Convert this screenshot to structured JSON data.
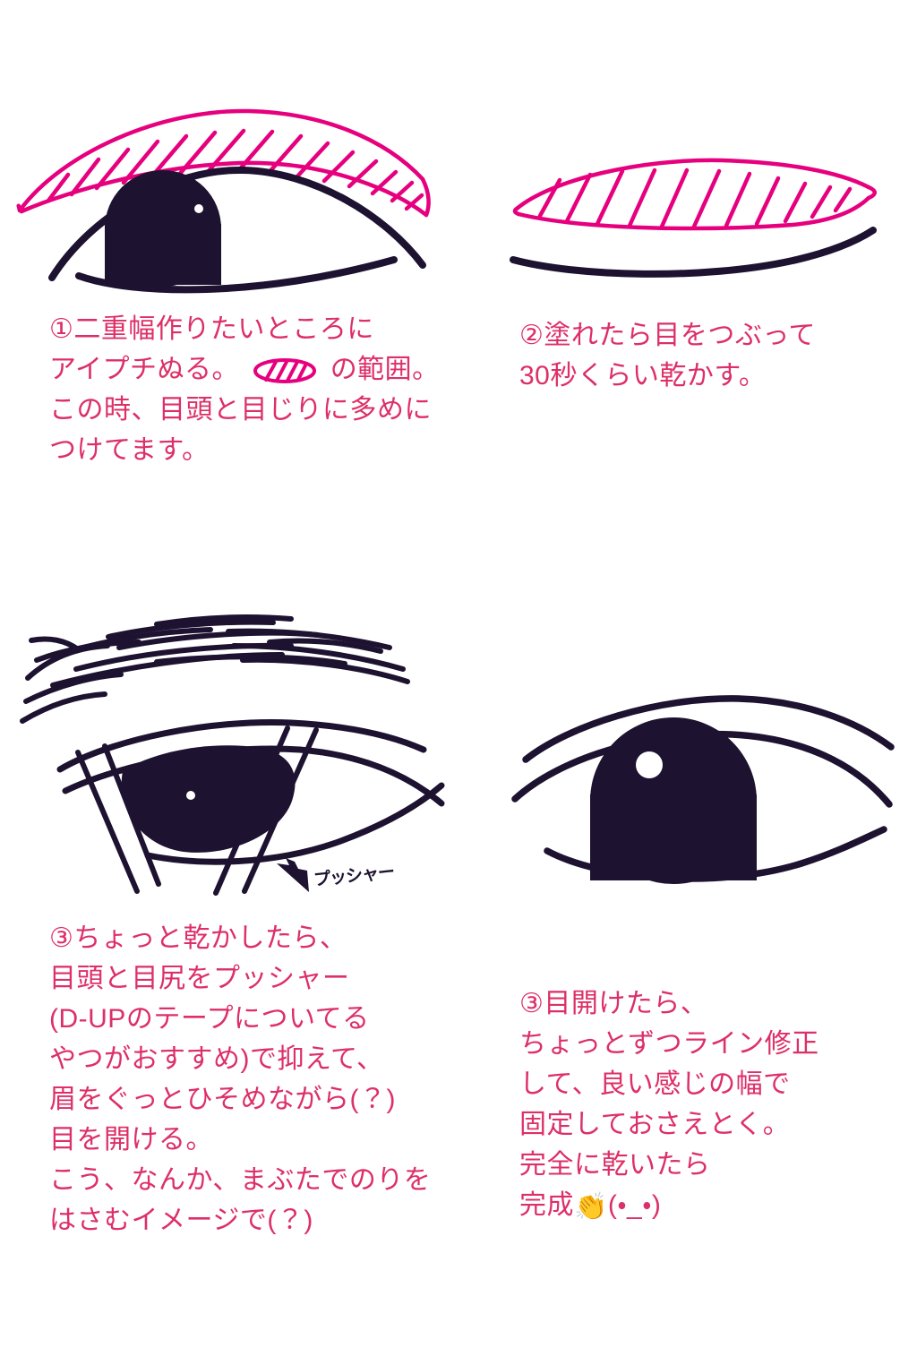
{
  "document": {
    "title": "アイプチ二重の作り方",
    "language": "ja",
    "background_color": "#ffffff"
  },
  "colors": {
    "text_pink": "#dd2f68",
    "drawing_magenta": "#e6007e",
    "drawing_black": "#1d1230",
    "highlight_white": "#ffffff"
  },
  "panels": [
    {
      "id": "panel-1",
      "illustration": {
        "name": "open-eye-with-pink-hatched-lid-area",
        "description": "Open eye with large dark iris, white catchlight, and a crescent region above the lash line filled with pink diagonal hatching"
      },
      "text": {
        "lines": [
          {
            "segments": [
              {
                "type": "text",
                "value": "①二重幅作りたいところに"
              }
            ]
          },
          {
            "segments": [
              {
                "type": "text",
                "value": "アイプチぬる。"
              },
              {
                "type": "glyph",
                "value": "hatched-ellipse"
              },
              {
                "type": "text",
                "value": "の範囲。"
              }
            ]
          },
          {
            "segments": [
              {
                "type": "text",
                "value": "この時、目頭と目じりに多めに"
              }
            ]
          },
          {
            "segments": [
              {
                "type": "text",
                "value": "つけてます。"
              }
            ]
          }
        ]
      }
    },
    {
      "id": "panel-2",
      "illustration": {
        "name": "closed-eye-with-pink-hatched-lid",
        "description": "Closed eye: a pink hatched leaf-shaped lid area above a single black lash line"
      },
      "text": {
        "lines": [
          {
            "segments": [
              {
                "type": "text",
                "value": "②塗れたら目をつぶって"
              }
            ]
          },
          {
            "segments": [
              {
                "type": "text",
                "value": "30秒くらい乾かす。"
              }
            ]
          }
        ]
      }
    },
    {
      "id": "panel-3",
      "illustration": {
        "name": "eye-pressed-with-pushers",
        "description": "Furrowed eyebrow above a half-open eye; two pairs of parallel diagonal lines represent pusher sticks pressing the inner and outer corners"
      },
      "annotation": {
        "name": "pusher-label",
        "value": "プッシャー",
        "arrow": "up-left-arrow"
      },
      "text": {
        "lines": [
          {
            "segments": [
              {
                "type": "text",
                "value": "③ちょっと乾かしたら、"
              }
            ]
          },
          {
            "segments": [
              {
                "type": "text",
                "value": "目頭と目尻をプッシャー"
              }
            ]
          },
          {
            "segments": [
              {
                "type": "text",
                "value": "(D-UPのテープについてる"
              }
            ]
          },
          {
            "segments": [
              {
                "type": "text",
                "value": "やつがおすすめ)で抑えて、"
              }
            ]
          },
          {
            "segments": [
              {
                "type": "text",
                "value": "眉をぐっとひそめながら(？)"
              }
            ]
          },
          {
            "segments": [
              {
                "type": "text",
                "value": "目を開ける。"
              }
            ]
          },
          {
            "segments": [
              {
                "type": "text",
                "value": "こう、なんか、まぶたでのりを"
              }
            ]
          },
          {
            "segments": [
              {
                "type": "text",
                "value": "はさむイメージで(？)"
              }
            ]
          }
        ]
      }
    },
    {
      "id": "panel-4",
      "illustration": {
        "name": "finished-double-eyelid-eye",
        "description": "Finished open eye with a double eyelid crease line above the lash line, large dark iris and white catchlight"
      },
      "text": {
        "lines": [
          {
            "segments": [
              {
                "type": "text",
                "value": "③目開けたら、"
              }
            ]
          },
          {
            "segments": [
              {
                "type": "text",
                "value": "ちょっとずつライン修正"
              }
            ]
          },
          {
            "segments": [
              {
                "type": "text",
                "value": "して、良い感じの幅で"
              }
            ]
          },
          {
            "segments": [
              {
                "type": "text",
                "value": "固定しておさえとく。"
              }
            ]
          },
          {
            "segments": [
              {
                "type": "text",
                "value": "完全に乾いたら"
              }
            ]
          },
          {
            "segments": [
              {
                "type": "text",
                "value": "完成"
              },
              {
                "type": "emoji",
                "value": "👏"
              },
              {
                "type": "text",
                "value": "(・_・)"
              }
            ]
          }
        ]
      }
    }
  ]
}
